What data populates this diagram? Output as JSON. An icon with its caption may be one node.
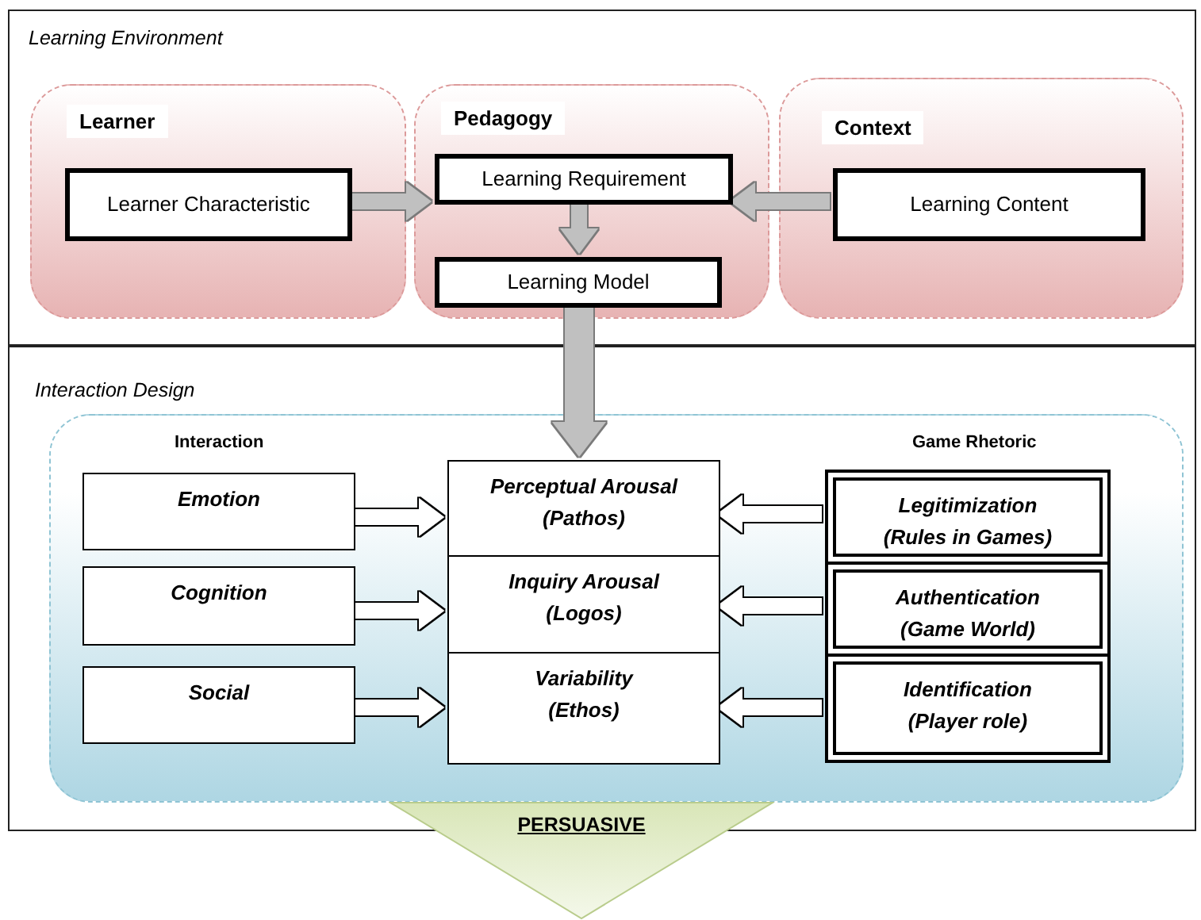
{
  "diagram": {
    "nodes": [
      {
        "text": [
          "Learning Environment"
        ]
      },
      {
        "text": [
          "Learner"
        ],
        "in": 0
      },
      {
        "text": [
          "Learner Characteristic"
        ],
        "in": 1
      },
      {
        "text": [
          "Pedagogy"
        ],
        "in": 0
      },
      {
        "text": [
          "Learning Requirement"
        ],
        "in": 3
      },
      {
        "text": [
          "Learning Model"
        ],
        "in": 3
      },
      {
        "text": [
          "Context"
        ],
        "in": 0
      },
      {
        "text": [
          "Learning Content"
        ],
        "in": 6
      },
      {
        "text": [
          "Interaction Design"
        ]
      },
      {
        "text": [
          "Interaction",
          "Game Rhetoric"
        ],
        "in": 8
      },
      {
        "text": [
          "Emotion"
        ],
        "in": 9
      },
      {
        "text": [
          "Cognition"
        ],
        "in": 9
      },
      {
        "text": [
          "Social"
        ],
        "in": 9
      },
      {
        "text": [
          "Perceptual Arousal (Pathos)"
        ],
        "in": 9
      },
      {
        "text": [
          "Inquiry Arousal (Logos)"
        ],
        "in": 9
      },
      {
        "text": [
          "Variability (Ethos)"
        ],
        "in": 9
      },
      {
        "text": [
          "Legitimization (Rules in Games)"
        ],
        "in": 9
      },
      {
        "text": [
          "Authentication (Game World)"
        ],
        "in": 9
      },
      {
        "text": [
          "Identification (Player role)"
        ],
        "in": 9
      },
      {
        "text": [
          "PERSUASIVE"
        ]
      }
    ],
    "edges": [
      {
        "from": 2,
        "to": 4,
        "arrow": "to",
        "color": "#c0c0c0"
      },
      {
        "from": 7,
        "to": 4,
        "arrow": "to",
        "color": "#c0c0c0"
      },
      {
        "from": 4,
        "to": 5,
        "arrow": "to",
        "color": "#c0c0c0"
      },
      {
        "from": 5,
        "to": 13,
        "arrow": "to",
        "color": "#c0c0c0",
        "style": "thick"
      },
      {
        "from": 10,
        "to": 13,
        "arrow": "to"
      },
      {
        "from": 11,
        "to": 14,
        "arrow": "to"
      },
      {
        "from": 12,
        "to": 15,
        "arrow": "to"
      },
      {
        "from": 16,
        "to": 13,
        "arrow": "to"
      },
      {
        "from": 17,
        "to": 14,
        "arrow": "to"
      },
      {
        "from": 18,
        "to": 15,
        "arrow": "to"
      }
    ]
  }
}
